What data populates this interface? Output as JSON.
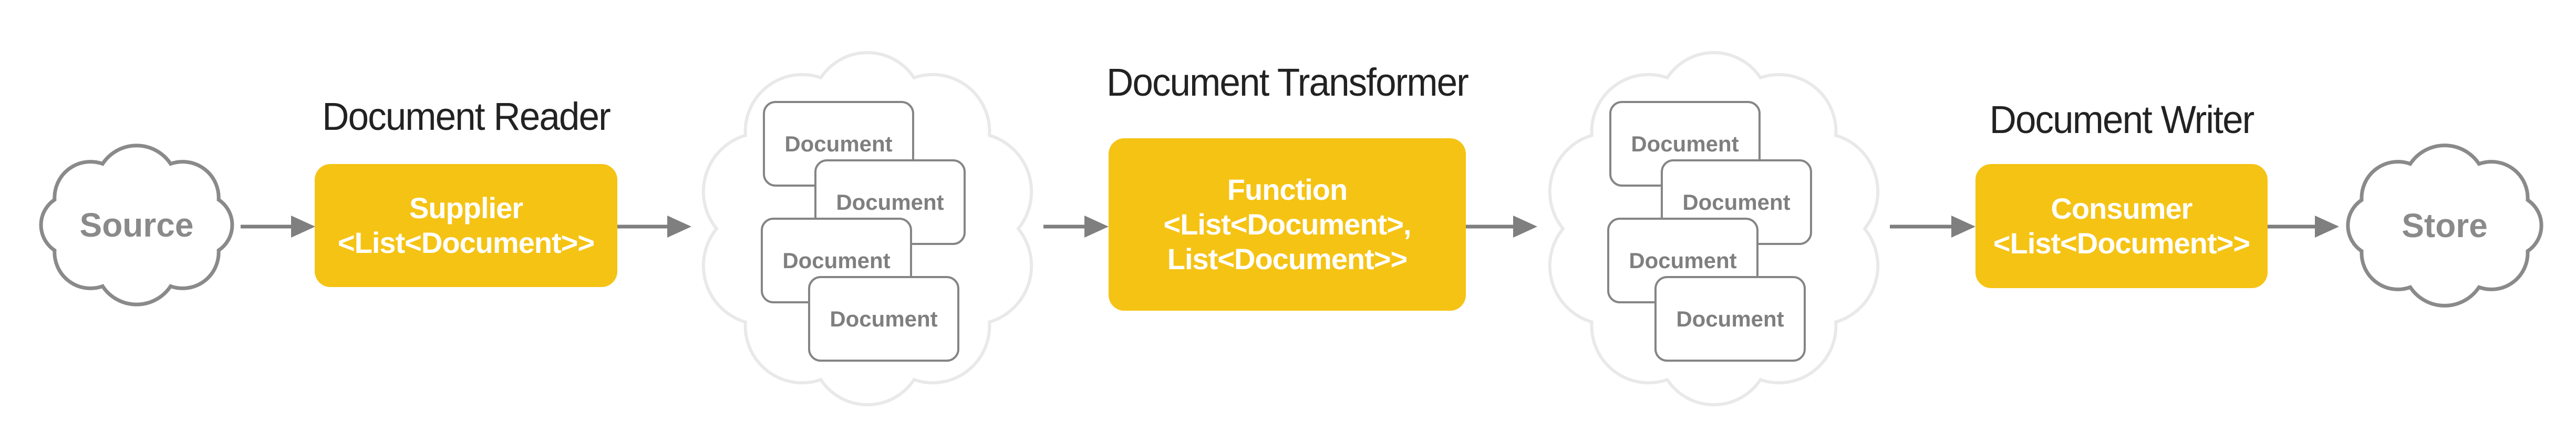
{
  "diagram": {
    "source_cloud": {
      "label": "Source"
    },
    "document_reader": {
      "title": "Document Reader",
      "box_line1": "Supplier",
      "box_line2": "<List<Document>>"
    },
    "documents_cloud_1": {
      "card_labels": [
        "Document",
        "Document",
        "Document",
        "Document"
      ]
    },
    "document_transformer": {
      "title": "Document Transformer",
      "box_line1": "Function",
      "box_line2": "<List<Document>,",
      "box_line3": "List<Document>>"
    },
    "documents_cloud_2": {
      "card_labels": [
        "Document",
        "Document",
        "Document",
        "Document"
      ]
    },
    "document_writer": {
      "title": "Document Writer",
      "box_line1": "Consumer",
      "box_line2": "<List<Document>>"
    },
    "store_cloud": {
      "label": "Store"
    },
    "colors": {
      "accent_yellow": "#F5C314",
      "node_outline_gray": "#8A8A8A",
      "light_cloud_gray": "#E9E9E9",
      "arrow_gray": "#7F7F7F",
      "card_border_gray": "#858585",
      "title_color": "#222222"
    }
  }
}
